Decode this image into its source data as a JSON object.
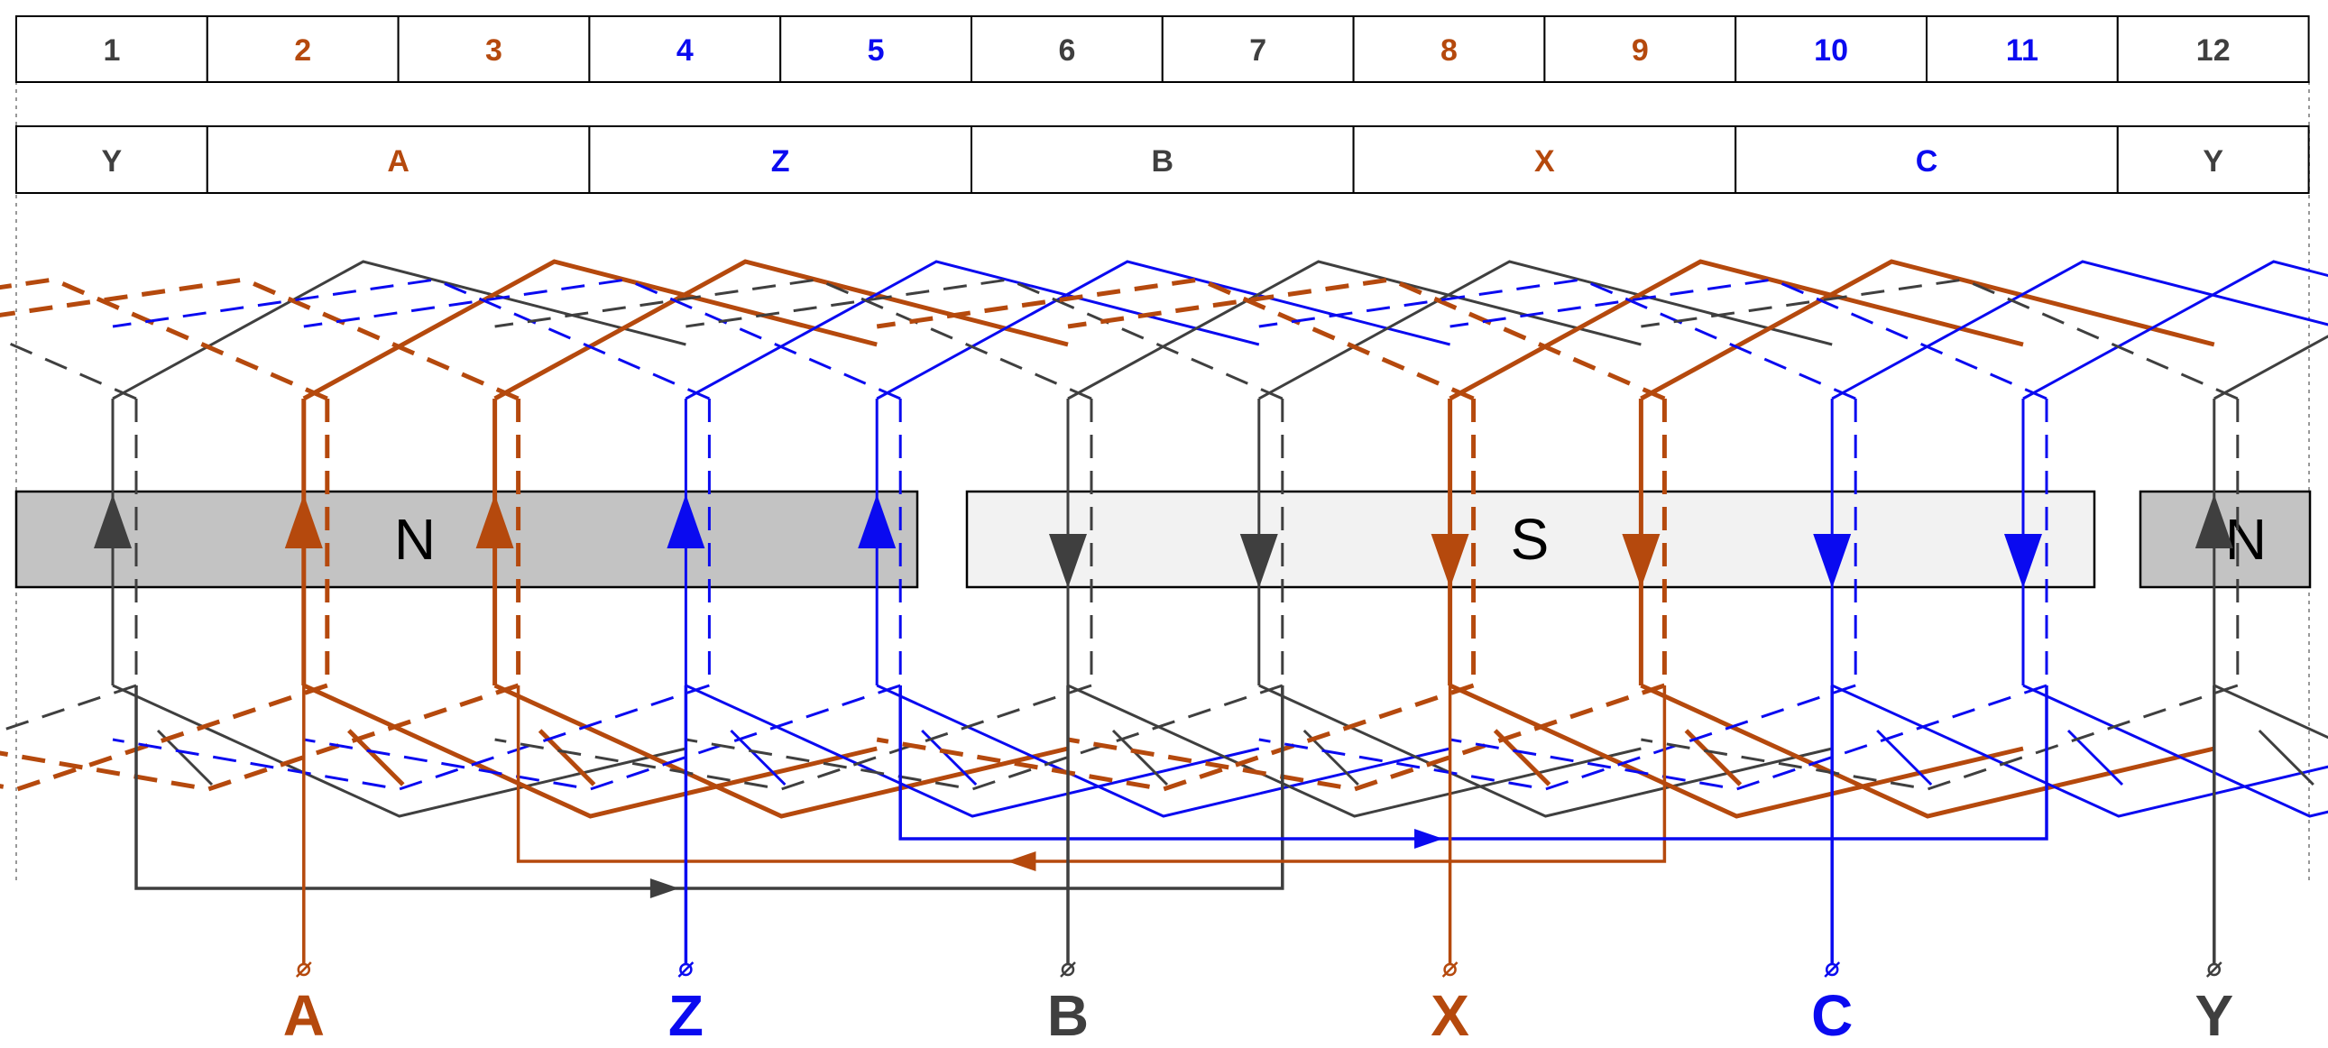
{
  "colors": {
    "phase_a": "#B5490D",
    "phase_b": "#3F3F3F",
    "phase_c": "#0A0AF0",
    "pole_n_fill": "#C3C3C3",
    "pole_s_fill": "#F2F2F2",
    "frame": "#000000"
  },
  "slots": [
    {
      "label": "1",
      "phase": "b"
    },
    {
      "label": "2",
      "phase": "a"
    },
    {
      "label": "3",
      "phase": "a"
    },
    {
      "label": "4",
      "phase": "c"
    },
    {
      "label": "5",
      "phase": "c"
    },
    {
      "label": "6",
      "phase": "b"
    },
    {
      "label": "7",
      "phase": "b"
    },
    {
      "label": "8",
      "phase": "a"
    },
    {
      "label": "9",
      "phase": "a"
    },
    {
      "label": "10",
      "phase": "c"
    },
    {
      "label": "11",
      "phase": "c"
    },
    {
      "label": "12",
      "phase": "b"
    }
  ],
  "phase_bands": [
    {
      "label": "Y",
      "phase": "b",
      "span": 1
    },
    {
      "label": "A",
      "phase": "a",
      "span": 2
    },
    {
      "label": "Z",
      "phase": "c",
      "span": 2
    },
    {
      "label": "B",
      "phase": "b",
      "span": 2
    },
    {
      "label": "X",
      "phase": "a",
      "span": 2
    },
    {
      "label": "C",
      "phase": "c",
      "span": 2
    },
    {
      "label": "Y",
      "phase": "b",
      "span": 1
    }
  ],
  "poles": [
    {
      "label": "N",
      "type": "n"
    },
    {
      "label": "S",
      "type": "s"
    },
    {
      "label": "N",
      "type": "n"
    }
  ],
  "conductor_directions": [
    "up",
    "up",
    "up",
    "up",
    "up",
    "down",
    "down",
    "down",
    "down",
    "down",
    "down",
    "up"
  ],
  "terminals": [
    {
      "label": "A",
      "phase": "a",
      "slot": 2
    },
    {
      "label": "Z",
      "phase": "c",
      "slot": 4
    },
    {
      "label": "B",
      "phase": "b",
      "slot": 6
    },
    {
      "label": "X",
      "phase": "a",
      "slot": 8
    },
    {
      "label": "C",
      "phase": "c",
      "slot": 10
    },
    {
      "label": "Y",
      "phase": "b",
      "slot": 12
    }
  ]
}
